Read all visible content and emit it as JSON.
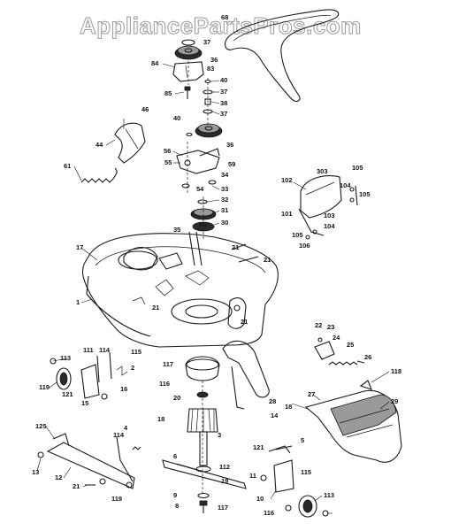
{
  "watermark": "AppliancePartsPros.com",
  "labels": [
    {
      "id": "l68",
      "text": "68"
    },
    {
      "id": "l37a",
      "text": "37"
    },
    {
      "id": "l36a",
      "text": "36"
    },
    {
      "id": "l84",
      "text": "84"
    },
    {
      "id": "l83",
      "text": "83"
    },
    {
      "id": "l85",
      "text": "85"
    },
    {
      "id": "l40a",
      "text": "40"
    },
    {
      "id": "l37b",
      "text": "37"
    },
    {
      "id": "l38",
      "text": "38"
    },
    {
      "id": "l37c",
      "text": "37"
    },
    {
      "id": "l46",
      "text": "46"
    },
    {
      "id": "l44",
      "text": "44"
    },
    {
      "id": "l40b",
      "text": "40"
    },
    {
      "id": "l36b",
      "text": "36"
    },
    {
      "id": "l56",
      "text": "56"
    },
    {
      "id": "l55",
      "text": "55"
    },
    {
      "id": "l59",
      "text": "59"
    },
    {
      "id": "l34",
      "text": "34"
    },
    {
      "id": "l54",
      "text": "54"
    },
    {
      "id": "l33",
      "text": "33"
    },
    {
      "id": "l32",
      "text": "32"
    },
    {
      "id": "l31",
      "text": "31"
    },
    {
      "id": "l30",
      "text": "30"
    },
    {
      "id": "l61",
      "text": "61"
    },
    {
      "id": "l102",
      "text": "102"
    },
    {
      "id": "l303",
      "text": "303"
    },
    {
      "id": "l105a",
      "text": "105"
    },
    {
      "id": "l104a",
      "text": "104"
    },
    {
      "id": "l105b",
      "text": "105"
    },
    {
      "id": "l101",
      "text": "101"
    },
    {
      "id": "l103",
      "text": "103"
    },
    {
      "id": "l105c",
      "text": "105"
    },
    {
      "id": "l104b",
      "text": "104"
    },
    {
      "id": "l106",
      "text": "106"
    },
    {
      "id": "l35",
      "text": "35"
    },
    {
      "id": "l21a",
      "text": "21"
    },
    {
      "id": "l17",
      "text": "17"
    },
    {
      "id": "l21b",
      "text": "21"
    },
    {
      "id": "l1",
      "text": "1"
    },
    {
      "id": "l21c",
      "text": "21"
    },
    {
      "id": "l21d",
      "text": "21"
    },
    {
      "id": "l22",
      "text": "22"
    },
    {
      "id": "l23",
      "text": "23"
    },
    {
      "id": "l24",
      "text": "24"
    },
    {
      "id": "l25",
      "text": "25"
    },
    {
      "id": "l26",
      "text": "26"
    },
    {
      "id": "l118a",
      "text": "118"
    },
    {
      "id": "l113a",
      "text": "113"
    },
    {
      "id": "l111",
      "text": "111"
    },
    {
      "id": "l114a",
      "text": "114"
    },
    {
      "id": "l115a",
      "text": "115"
    },
    {
      "id": "l2",
      "text": "2"
    },
    {
      "id": "l117a",
      "text": "117"
    },
    {
      "id": "l119a",
      "text": "119"
    },
    {
      "id": "l121a",
      "text": "121"
    },
    {
      "id": "l16",
      "text": "16"
    },
    {
      "id": "l116a",
      "text": "116"
    },
    {
      "id": "l15",
      "text": "15"
    },
    {
      "id": "l20",
      "text": "20"
    },
    {
      "id": "l28",
      "text": "28"
    },
    {
      "id": "l27",
      "text": "27"
    },
    {
      "id": "l29",
      "text": "29"
    },
    {
      "id": "l18a",
      "text": "18"
    },
    {
      "id": "l14",
      "text": "14"
    },
    {
      "id": "l18b",
      "text": "18"
    },
    {
      "id": "l3",
      "text": "3"
    },
    {
      "id": "l125",
      "text": "125"
    },
    {
      "id": "l4",
      "text": "4"
    },
    {
      "id": "l114b",
      "text": "114"
    },
    {
      "id": "l121b",
      "text": "121"
    },
    {
      "id": "l5",
      "text": "5"
    },
    {
      "id": "l13",
      "text": "13"
    },
    {
      "id": "l6",
      "text": "6"
    },
    {
      "id": "l12",
      "text": "12"
    },
    {
      "id": "l112",
      "text": "112"
    },
    {
      "id": "l115b",
      "text": "115"
    },
    {
      "id": "l11",
      "text": "11"
    },
    {
      "id": "l19",
      "text": "19"
    },
    {
      "id": "l21e",
      "text": "21"
    },
    {
      "id": "l119b",
      "text": "119"
    },
    {
      "id": "l10",
      "text": "10"
    },
    {
      "id": "l9",
      "text": "9"
    },
    {
      "id": "l8",
      "text": "8"
    },
    {
      "id": "l117b",
      "text": "117"
    },
    {
      "id": "l113b",
      "text": "113"
    },
    {
      "id": "l116b",
      "text": "116"
    }
  ]
}
